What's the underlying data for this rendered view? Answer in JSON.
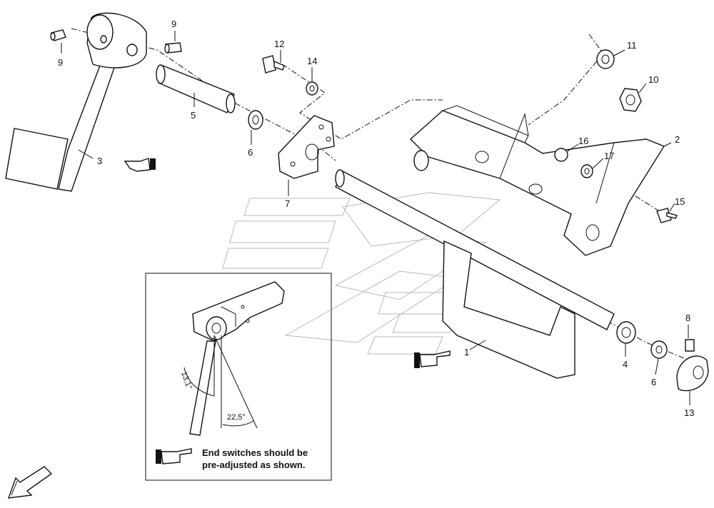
{
  "diagram": {
    "callouts": [
      {
        "id": "c9a",
        "text": "9"
      },
      {
        "id": "c9b",
        "text": "9"
      },
      {
        "id": "c5",
        "text": "5"
      },
      {
        "id": "c3",
        "text": "3"
      },
      {
        "id": "c6a",
        "text": "6"
      },
      {
        "id": "c7",
        "text": "7"
      },
      {
        "id": "c12",
        "text": "12"
      },
      {
        "id": "c14",
        "text": "14"
      },
      {
        "id": "c11",
        "text": "11"
      },
      {
        "id": "c10",
        "text": "10"
      },
      {
        "id": "c2",
        "text": "2"
      },
      {
        "id": "c16",
        "text": "16"
      },
      {
        "id": "c17",
        "text": "17"
      },
      {
        "id": "c15",
        "text": "15"
      },
      {
        "id": "c1",
        "text": "1"
      },
      {
        "id": "c8",
        "text": "8"
      },
      {
        "id": "c4",
        "text": "4"
      },
      {
        "id": "c6b",
        "text": "6"
      },
      {
        "id": "c13",
        "text": "13"
      }
    ],
    "inset": {
      "angle_a": "13,1°",
      "angle_b": "22,5°",
      "note_line1": "End switches should be",
      "note_line2": "pre-adjusted as shown."
    }
  }
}
